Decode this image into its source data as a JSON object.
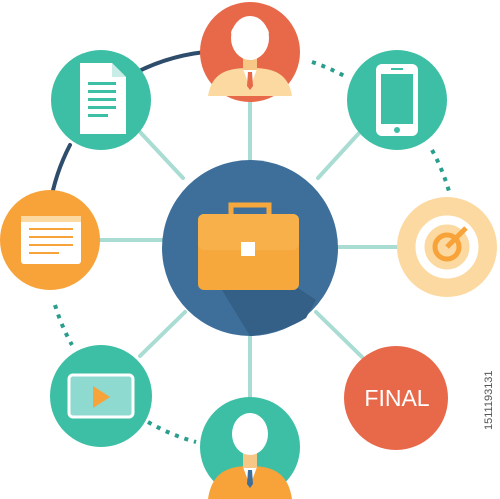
{
  "diagram": {
    "center": {
      "icon": "briefcase-icon",
      "color": "#3e6f9b",
      "shadow": "#345f86"
    },
    "nodes": [
      {
        "id": "top",
        "icon": "businessman-icon",
        "color": "#e8694a"
      },
      {
        "id": "top-right",
        "icon": "smartphone-icon",
        "color": "#3dbfa6"
      },
      {
        "id": "right",
        "icon": "target-icon",
        "color": "#fcd9a0"
      },
      {
        "id": "bottom-right",
        "icon": "final-label",
        "color": "#e8694a",
        "label": "FINAL"
      },
      {
        "id": "bottom",
        "icon": "businessman-icon",
        "color": "#3dbfa6"
      },
      {
        "id": "bottom-left",
        "icon": "video-play-icon",
        "color": "#3dbfa6"
      },
      {
        "id": "left",
        "icon": "notepad-icon",
        "color": "#f8a23a"
      },
      {
        "id": "top-left",
        "icon": "document-icon",
        "color": "#3dbfa6"
      }
    ],
    "connector_color": "#a9dcd3",
    "ring_color_solid": "#2e4c6b",
    "ring_color_dotted": "#2a9e8c"
  },
  "watermark": {
    "side_id": "1511193131"
  }
}
